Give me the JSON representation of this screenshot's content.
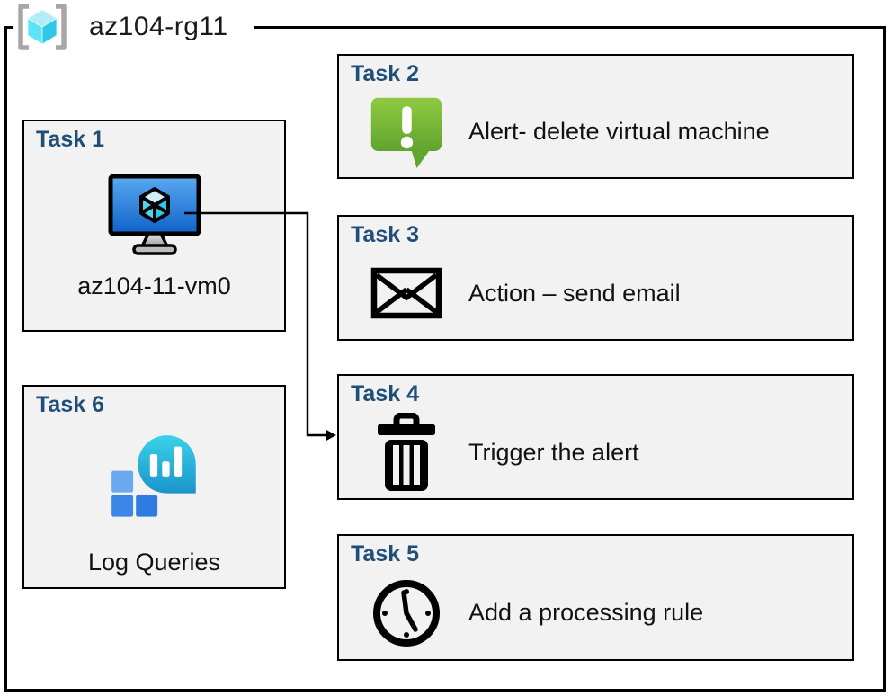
{
  "group": {
    "label": "az104-rg11",
    "icon": "resource-group-icon"
  },
  "tasks": [
    {
      "title": "Task 1",
      "label": "az104-11-vm0",
      "icon": "virtual-machine-icon"
    },
    {
      "title": "Task 2",
      "label": "Alert- delete virtual machine",
      "icon": "alert-icon"
    },
    {
      "title": "Task 3",
      "label": "Action – send email",
      "icon": "email-icon"
    },
    {
      "title": "Task 4",
      "label": "Trigger the alert",
      "icon": "trash-icon"
    },
    {
      "title": "Task 5",
      "label": "Add a processing rule",
      "icon": "clock-icon"
    },
    {
      "title": "Task 6",
      "label": "Log Queries",
      "icon": "log-queries-icon"
    }
  ],
  "connector": {
    "from": "Task 1",
    "to": "Task 4"
  },
  "colors": {
    "task_title": "#1F4E79",
    "box_fill": "#F2F2F2",
    "box_border": "#000000",
    "alert_green": "#76B83F",
    "azure_cyan": "#50E6FF",
    "vm_screen_blue": "#2E7CD6",
    "log_teal": "#29B2DD"
  }
}
